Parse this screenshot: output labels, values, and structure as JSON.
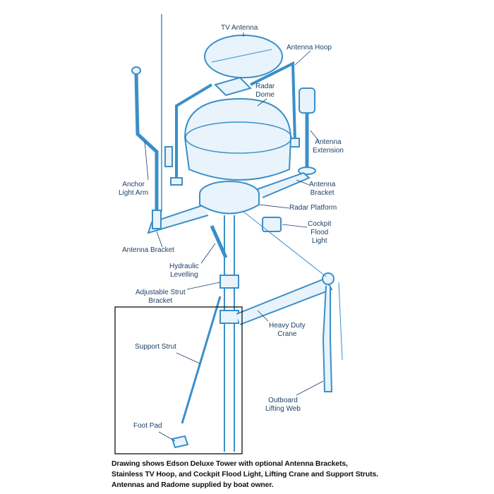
{
  "colors": {
    "line": "#3a8fc8",
    "fill": "#e8f3fb",
    "text": "#1f3f66"
  },
  "labels": {
    "tv_antenna": "TV Antenna",
    "antenna_hoop": "Antenna Hoop",
    "radar_dome": [
      "Radar",
      "Dome"
    ],
    "antenna_extension": [
      "Antenna",
      "Extension"
    ],
    "anchor_light_arm": [
      "Anchor",
      "Light Arm"
    ],
    "antenna_bracket_right": [
      "Antenna",
      "Bracket"
    ],
    "radar_platform": "Radar Platform",
    "cockpit_flood_light": [
      "Cockpit",
      "Flood",
      "Light"
    ],
    "antenna_bracket_left": "Antenna Bracket",
    "hydraulic_levelling": [
      "Hydraulic",
      "Levelling"
    ],
    "adjustable_strut_bracket": [
      "Adjustable Strut",
      "Bracket"
    ],
    "heavy_duty_crane": [
      "Heavy Duty",
      "Crane"
    ],
    "support_strut": "Support Strut",
    "outboard_lifting_web": [
      "Outboard",
      "Lifting Web"
    ],
    "foot_pad": "Foot Pad"
  },
  "caption": [
    "Drawing shows Edson Deluxe Tower with optional Antenna Brackets,",
    "Stainless TV Hoop, and Cockpit Flood Light, Lifting Crane and Support Struts.",
    "Antennas and Radome supplied by boat owner."
  ]
}
